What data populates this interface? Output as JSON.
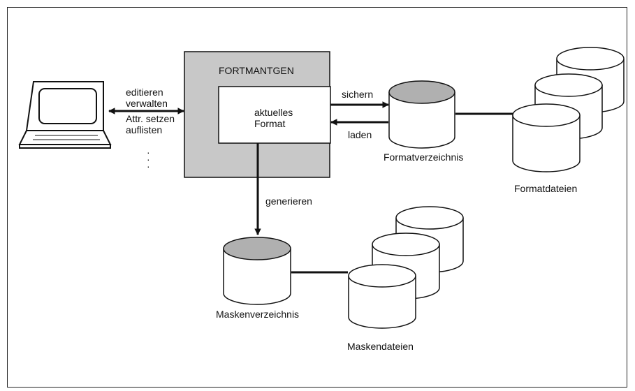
{
  "main_box": {
    "title": "FORTMANTGEN"
  },
  "inner_box": {
    "line1": "aktuelles",
    "line2": "Format"
  },
  "terminal_ops": [
    "editieren",
    "verwalten",
    "Attr. setzen",
    "auflisten",
    "·",
    "·",
    "·"
  ],
  "actions": {
    "save": "sichern",
    "load": "laden",
    "generate": "generieren"
  },
  "stores": {
    "format_directory": "Formatverzeichnis",
    "format_files": "Formatdateien",
    "mask_directory": "Maskenverzeichnis",
    "mask_files": "Maskendateien"
  },
  "colors": {
    "box_fill": "#c8c8c8",
    "dir_top_fill": "#b0b0b0",
    "line": "#111111"
  }
}
